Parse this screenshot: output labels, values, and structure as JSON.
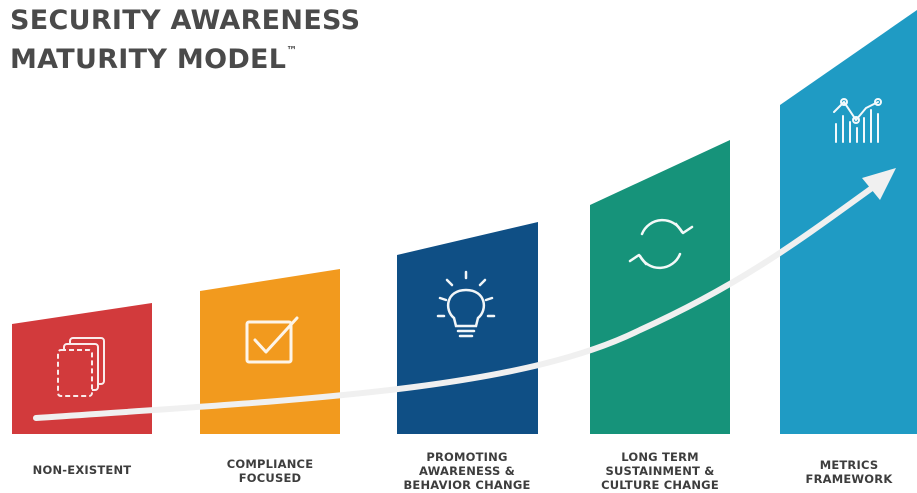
{
  "title": {
    "line1": "SECURITY AWARENESS",
    "line2": "MATURITY MODEL",
    "trademark": "™"
  },
  "stages": [
    {
      "label": "NON-EXISTENT",
      "icon": "document-outline-icon",
      "color": "#d23a3c"
    },
    {
      "label": "COMPLIANCE\nFOCUSED",
      "icon": "checkbox-icon",
      "color": "#f29a1e"
    },
    {
      "label": "PROMOTING\nAWARENESS &\nBEHAVIOR CHANGE",
      "icon": "lightbulb-icon",
      "color": "#0f4f85"
    },
    {
      "label": "LONG TERM\nSUSTAINMENT &\nCULTURE CHANGE",
      "icon": "refresh-cycle-icon",
      "color": "#16937a"
    },
    {
      "label": "METRICS\nFRAMEWORK",
      "icon": "analytics-chart-icon",
      "color": "#1f9bc4"
    }
  ],
  "arrow": {
    "color": "#f0f0f0",
    "meaning": "growth-arrow"
  }
}
